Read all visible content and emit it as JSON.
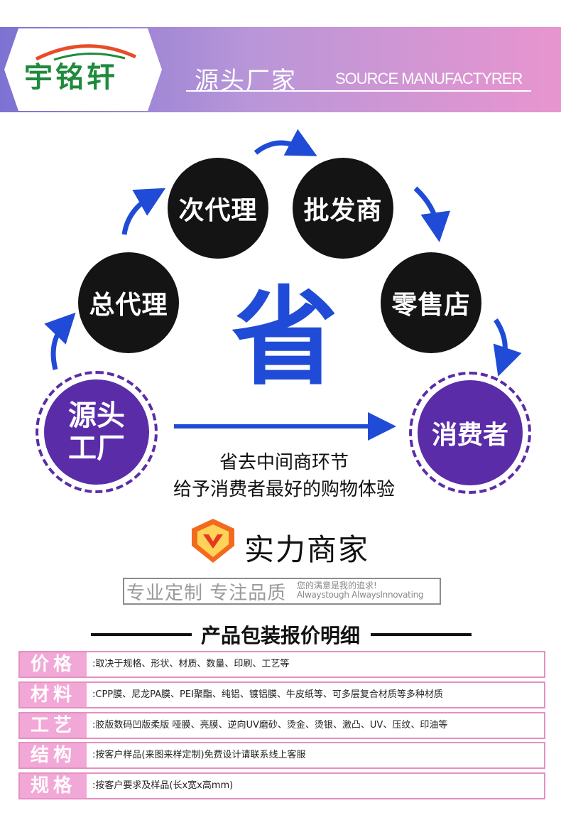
{
  "header": {
    "brand": "宇铭轩",
    "title_cn": "源头厂家",
    "title_en": "SOURCE MANUFACTYRER"
  },
  "flow": {
    "general_agent": "总代理",
    "sub_agent": "次代理",
    "wholesaler": "批发商",
    "retailer": "零售店",
    "source_factory_line1": "源头",
    "source_factory_line2": "工厂",
    "consumer": "消费者",
    "save_char": "省",
    "caption_line1": "省去中间商环节",
    "caption_line2": "给予消费者最好的购物体验"
  },
  "merchant": {
    "title": "实力商家",
    "slogan": "专业定制 专注品质",
    "slogan_small_cn": "您的满意是我的追求!",
    "slogan_small_en": "Alwaystough AlwaysInnovating"
  },
  "section": {
    "title": "产品包装报价明细"
  },
  "details": [
    {
      "label": "价格",
      "text": ":取决于规格、形状、材质、数量、印刷、工艺等"
    },
    {
      "label": "材料",
      "text": ":CPP膜、尼龙PA膜、PEI聚酯、纯铝、镀铝膜、牛皮纸等、可多层复合材质等多种材质"
    },
    {
      "label": "工艺",
      "text": ":胶版数码凹版柔版 哑膜、亮膜、逆向UV磨砂、烫金、烫银、激凸、UV、压纹、印油等"
    },
    {
      "label": "结构",
      "text": ":按客户样品(来图来样定制)免费设计请联系线上客服"
    },
    {
      "label": "规格",
      "text": ":按客户要求及样品(长x宽x高mm)"
    }
  ],
  "colors": {
    "accent_blue": "#1f4bd6",
    "purple": "#5b2ca8",
    "pink": "#f2a8d6",
    "brand_green": "#1f8a3c"
  }
}
